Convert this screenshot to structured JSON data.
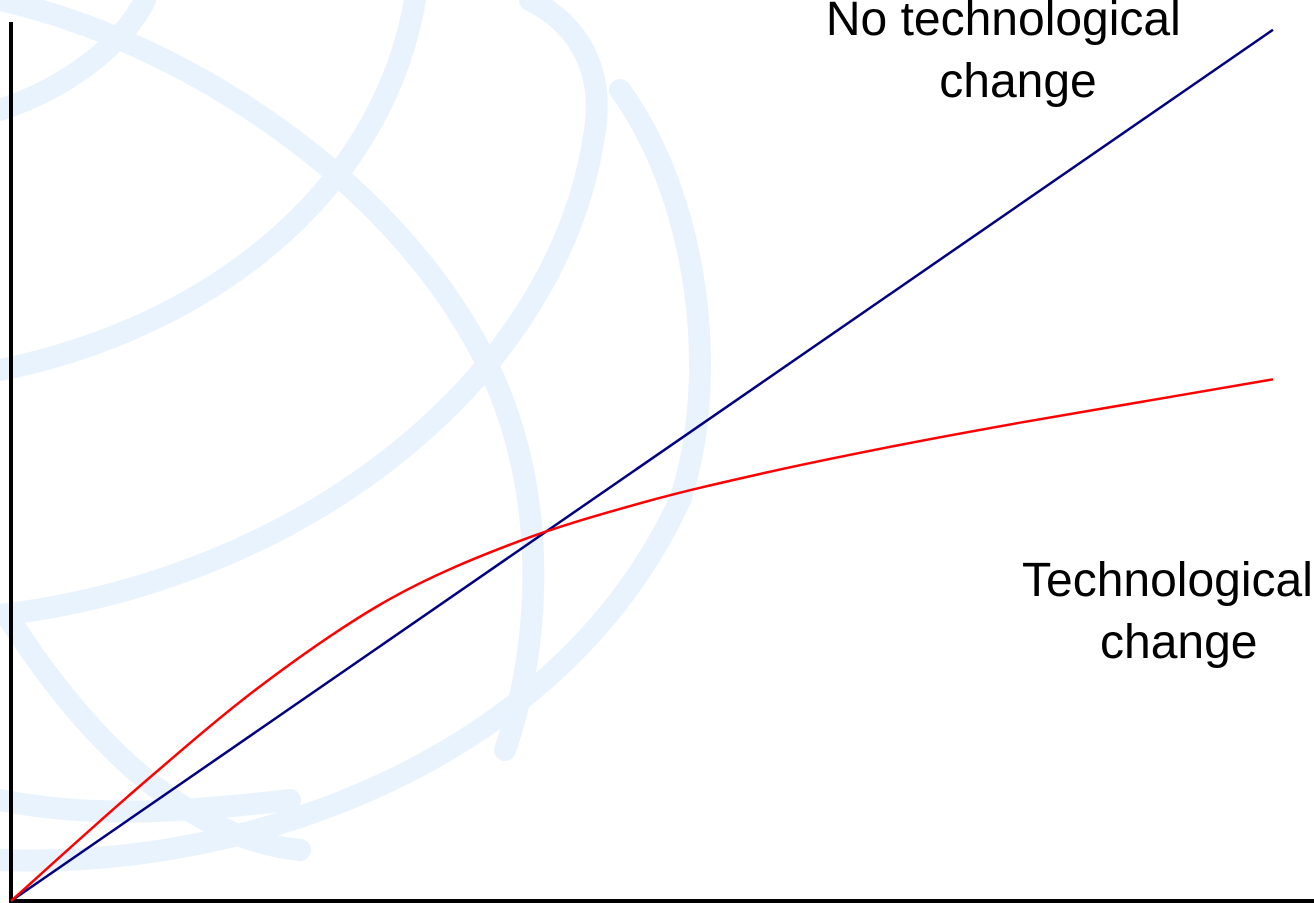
{
  "chart_data": {
    "type": "line",
    "title": "",
    "xlabel": "",
    "ylabel": "",
    "xlim": [
      0,
      100
    ],
    "ylim": [
      0,
      100
    ],
    "grid": false,
    "legend": "none",
    "series": [
      {
        "label_lines": [
          "No technological",
          "change"
        ],
        "color": "#000080",
        "x": [
          0,
          100
        ],
        "y": [
          0,
          96.7
        ]
      },
      {
        "label_lines": [
          "Technological",
          "change"
        ],
        "color": "#ff0000",
        "x": [
          0,
          10,
          20,
          30,
          40,
          50,
          60,
          70,
          80,
          90,
          100
        ],
        "y": [
          0,
          12.5,
          24.1,
          33.5,
          39.8,
          44.2,
          47.6,
          50.5,
          53.1,
          55.5,
          57.9
        ]
      }
    ]
  },
  "colors": {
    "axis": "#000000",
    "watermark": "#e9f3fd",
    "background": "#ffffff"
  },
  "icons": {
    "watermark": "globe-icon"
  }
}
